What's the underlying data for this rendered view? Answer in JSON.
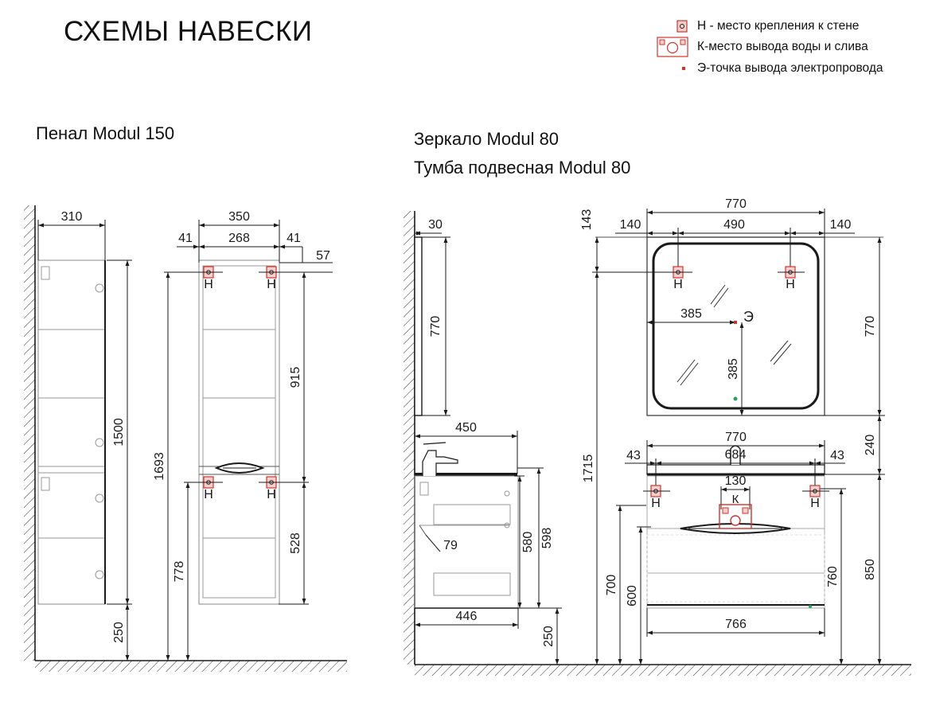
{
  "title": "СХЕМЫ НАВЕСКИ",
  "legend": [
    {
      "icon": "wall-mount-point-icon",
      "text": "Н - место крепления к стене"
    },
    {
      "icon": "water-outlet-icon",
      "text": "К-место вывода воды и слива"
    },
    {
      "icon": "electric-point-icon",
      "text": "Э-точка вывода электропровода"
    }
  ],
  "products": {
    "penal": "Пенал Modul 150",
    "mirror": "Зеркало Modul 80",
    "cabinet": "Тумба подвесная Modul 80"
  },
  "marks": {
    "mount": "Н",
    "water": "К",
    "electric": "Э"
  },
  "dims": {
    "penal_side_depth": "310",
    "penal_height": "1500",
    "penal_floor_gap": "250",
    "penal_front_width": "350",
    "penal_mount_left": "41",
    "penal_mount_span": "268",
    "penal_mount_right": "41",
    "penal_mount_top": "57",
    "penal_upper_mount": "915",
    "penal_lower_mount": "528",
    "penal_total_to_mount": "1693",
    "penal_lower_mount_height": "778",
    "mirror_depth": "30",
    "mirror_side_height": "770",
    "cab_side_depth": "450",
    "cab_side_body_depth": "446",
    "cab_side_580": "580",
    "cab_side_598": "598",
    "cab_side_79": "79",
    "cab_side_floor_gap": "250",
    "mirror_width": "770",
    "mirror_top_offset": "143",
    "mirror_mount_left": "140",
    "mirror_mount_span": "490",
    "mirror_mount_right": "140",
    "mirror_electric_horizontal": "385",
    "mirror_electric_vertical": "385",
    "mirror_front_height": "770",
    "overall_height": "1715",
    "cab_top_width": "770",
    "cab_mount_left": "43",
    "cab_mount_span": "684",
    "cab_mount_right": "43",
    "cab_water_width": "130",
    "cab_bottom_width": "766",
    "gap_mirror_cabinet": "240",
    "cab_front_700": "700",
    "cab_front_600": "600",
    "cab_front_760": "760",
    "cab_front_850": "850"
  },
  "colors": {
    "line": "#1a1a1a",
    "mark": "#d0342c",
    "mark_fill": "#f4cfcc",
    "cabinet_line": "#9a9a9a",
    "led": "#2ba35b"
  }
}
